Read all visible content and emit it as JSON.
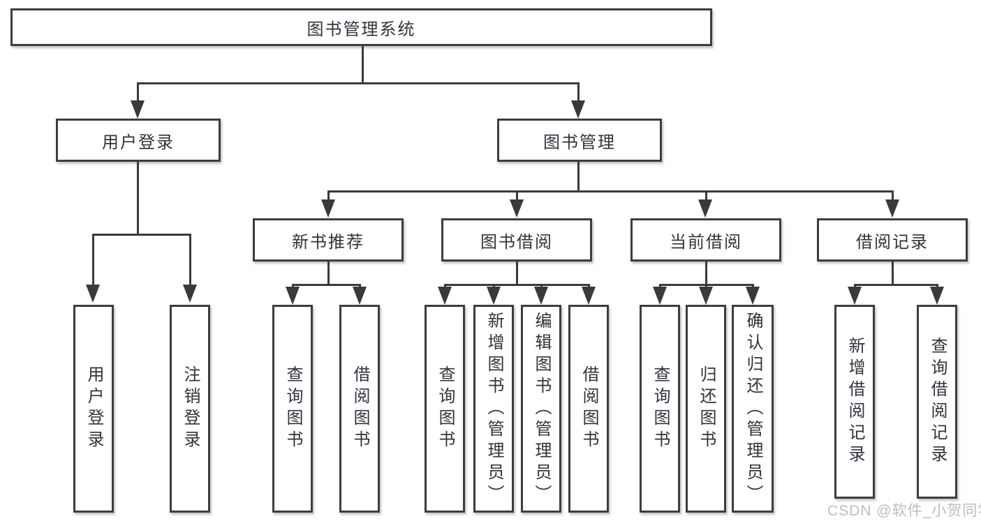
{
  "diagram": {
    "root": {
      "label": "图书管理系统"
    },
    "level2": [
      {
        "label": "用户登录"
      },
      {
        "label": "图书管理"
      }
    ],
    "level3": [
      {
        "label": "新书推荐"
      },
      {
        "label": "图书借阅"
      },
      {
        "label": "当前借阅"
      },
      {
        "label": "借阅记录"
      }
    ],
    "leaves": [
      {
        "label": "用户登录"
      },
      {
        "label": "注销登录"
      },
      {
        "label": "查询图书"
      },
      {
        "label": "借阅图书"
      },
      {
        "label": "查询图书"
      },
      {
        "label": "新增图书（管理员）"
      },
      {
        "label": "编辑图书（管理员）"
      },
      {
        "label": "借阅图书"
      },
      {
        "label": "查询图书"
      },
      {
        "label": "归还图书"
      },
      {
        "label": "确认归还（管理员）"
      },
      {
        "label": "新增借阅记录"
      },
      {
        "label": "查询借阅记录"
      }
    ]
  },
  "watermark": {
    "text": "CSDN @软件_小贺同学"
  },
  "colors": {
    "line": "#3a3a3a",
    "text": "#32323c",
    "watermark": "#bdbdbd",
    "background": "#ffffff"
  }
}
